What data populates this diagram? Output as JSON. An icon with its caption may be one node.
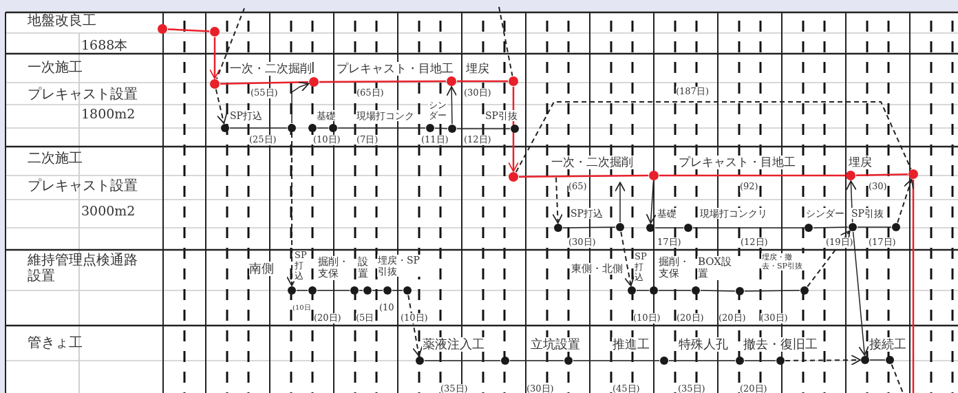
{
  "diagram": {
    "nodes": [
      {
        "text": [],
        "shape": "circle"
      },
      {
        "text": [],
        "shape": "circle"
      },
      {
        "text": [],
        "shape": "circle"
      },
      {
        "text": [],
        "shape": "circle"
      },
      {
        "text": [],
        "shape": "circle"
      },
      {
        "text": [],
        "shape": "circle"
      },
      {
        "text": [],
        "shape": "circle"
      },
      {
        "text": [],
        "shape": "circle"
      },
      {
        "text": [],
        "shape": "circle"
      },
      {
        "text": [],
        "shape": "circle"
      },
      {
        "text": [],
        "shape": "circle"
      },
      {
        "text": [],
        "shape": "circle"
      },
      {
        "text": [],
        "shape": "circle"
      },
      {
        "text": [],
        "shape": "circle"
      },
      {
        "text": [],
        "shape": "circle"
      },
      {
        "text": [],
        "shape": "circle"
      },
      {
        "text": [],
        "shape": "circle"
      },
      {
        "text": [],
        "shape": "circle"
      },
      {
        "text": [],
        "shape": "circle"
      },
      {
        "text": [],
        "shape": "circle"
      },
      {
        "text": [],
        "shape": "circle"
      },
      {
        "text": [],
        "shape": "circle"
      },
      {
        "text": [],
        "shape": "circle"
      },
      {
        "text": [],
        "shape": "circle"
      },
      {
        "text": [],
        "shape": "circle"
      },
      {
        "text": [],
        "shape": "circle"
      },
      {
        "text": [],
        "shape": "circle"
      },
      {
        "text": [],
        "shape": "circle"
      },
      {
        "text": [],
        "shape": "circle"
      },
      {
        "text": [],
        "shape": "circle"
      },
      {
        "text": [],
        "shape": "circle"
      },
      {
        "text": [],
        "shape": "circle"
      },
      {
        "text": [],
        "shape": "circle"
      },
      {
        "text": [],
        "shape": "circle"
      },
      {
        "text": [],
        "shape": "circle"
      },
      {
        "text": [],
        "shape": "circle"
      },
      {
        "text": [],
        "shape": "circle"
      },
      {
        "text": [],
        "shape": "circle"
      },
      {
        "text": [],
        "shape": "circle"
      },
      {
        "text": [],
        "shape": "circle"
      },
      {
        "text": [],
        "shape": "circle"
      },
      {
        "text": [],
        "shape": "circle"
      },
      {
        "text": [],
        "shape": "circle"
      }
    ],
    "edges": [
      {
        "from": 0,
        "to": 1,
        "arrow": "none",
        "color": "#e8202a"
      },
      {
        "from": 1,
        "to": 2,
        "arrow": "to",
        "color": "#e8202a"
      },
      {
        "from": 2,
        "to": 3,
        "arrow": "none",
        "label": "一次・二次掘削",
        "color": "#e8202a"
      },
      {
        "from": 3,
        "to": 4,
        "arrow": "none",
        "label": "プレキャスト・目地工",
        "color": "#e8202a"
      },
      {
        "from": 4,
        "to": 5,
        "arrow": "none",
        "label": "埋戻",
        "color": "#e8202a"
      },
      {
        "from": 5,
        "to": 6,
        "arrow": "to",
        "color": "#e8202a"
      },
      {
        "from": 6,
        "to": 7,
        "arrow": "none",
        "label": "一次・二次掘削",
        "color": "#e8202a"
      },
      {
        "from": 7,
        "to": 8,
        "arrow": "none",
        "label": "プレキャスト・目地工",
        "color": "#e8202a"
      },
      {
        "from": 8,
        "to": 9,
        "arrow": "none",
        "label": "埋戻",
        "color": "#e8202a"
      },
      {
        "from": 9,
        "to": null,
        "arrow": "none",
        "color": "#e8202a"
      },
      {
        "from": null,
        "to": 2,
        "arrow": "none",
        "style": "dashed"
      },
      {
        "from": null,
        "to": 5,
        "arrow": "none",
        "style": "dashed"
      },
      {
        "from": 6,
        "to": 9,
        "arrow": "none",
        "style": "dashed"
      },
      {
        "from": 2,
        "to": 10,
        "arrow": "to",
        "style": "dashed"
      },
      {
        "from": 10,
        "to": 11,
        "arrow": "none",
        "label": "SP打込"
      },
      {
        "from": 11,
        "to": 3,
        "arrow": "to"
      },
      {
        "from": 12,
        "to": 13,
        "arrow": "none",
        "label": "基礎"
      },
      {
        "from": 13,
        "to": 14,
        "arrow": "none",
        "label": "現場打コンク"
      },
      {
        "from": 14,
        "to": 15,
        "arrow": "none",
        "label": "シンダー"
      },
      {
        "from": 15,
        "to": 4,
        "arrow": "to"
      },
      {
        "from": 15,
        "to": 16,
        "arrow": "none",
        "label": "SP引抜"
      },
      {
        "from": null,
        "to": 17,
        "arrow": "to",
        "style": "dashed"
      },
      {
        "from": 17,
        "to": 18,
        "arrow": "none",
        "label": "SP打込"
      },
      {
        "from": 18,
        "to": null,
        "arrow": "to"
      },
      {
        "from": 7,
        "to": 19,
        "arrow": "to"
      },
      {
        "from": 19,
        "to": 20,
        "arrow": "none",
        "label": "基礎"
      },
      {
        "from": 20,
        "to": 21,
        "arrow": "none",
        "label": "現場打コンクリ"
      },
      {
        "from": 21,
        "to": 22,
        "arrow": "none",
        "label": "シンダー"
      },
      {
        "from": 22,
        "to": 23,
        "arrow": "none",
        "label": "SP引抜"
      },
      {
        "from": 23,
        "to": 9,
        "arrow": "to",
        "style": "dashed"
      },
      {
        "from": 22,
        "to": 8,
        "arrow": "to"
      },
      {
        "from": 11,
        "to": 24,
        "arrow": "to",
        "style": "dashed"
      },
      {
        "from": 24,
        "to": 25,
        "arrow": "none",
        "label": "SP打込"
      },
      {
        "from": 25,
        "to": 26,
        "arrow": "none",
        "label": "掘削・支保"
      },
      {
        "from": 26,
        "to": 27,
        "arrow": "none",
        "label": "設置"
      },
      {
        "from": 27,
        "to": 28,
        "arrow": "none"
      },
      {
        "from": 28,
        "to": 29,
        "arrow": "none",
        "label": "埋戻・SP引抜"
      },
      {
        "from": 29,
        "to": 35,
        "arrow": "to",
        "style": "dashed"
      },
      {
        "from": 18,
        "to": 30,
        "arrow": "to",
        "style": "dashed"
      },
      {
        "from": 30,
        "to": 31,
        "arrow": "none",
        "label": "SP打込"
      },
      {
        "from": 31,
        "to": 32,
        "arrow": "none",
        "label": "掘削・支保"
      },
      {
        "from": 32,
        "to": 33,
        "arrow": "none",
        "label": "BOX設置"
      },
      {
        "from": 33,
        "to": 34,
        "arrow": "none",
        "label": "埋戻・撤去・SP引抜"
      },
      {
        "from": 34,
        "to": 22,
        "arrow": "to",
        "style": "dashed"
      },
      {
        "from": 22,
        "to": 41,
        "arrow": "to"
      },
      {
        "from": 35,
        "to": 36,
        "arrow": "none",
        "label": "薬液注入工"
      },
      {
        "from": 36,
        "to": 37,
        "arrow": "none",
        "label": "立坑設置"
      },
      {
        "from": 37,
        "to": 38,
        "arrow": "none",
        "label": "推進工"
      },
      {
        "from": 38,
        "to": 39,
        "arrow": "none",
        "label": "特殊人孔"
      },
      {
        "from": 39,
        "to": 40,
        "arrow": "none",
        "label": "撤去・復旧工"
      },
      {
        "from": 40,
        "to": 41,
        "arrow": "to",
        "style": "dashed"
      },
      {
        "from": 41,
        "to": 42,
        "arrow": "none",
        "label": "接続工"
      },
      {
        "from": 42,
        "to": null,
        "arrow": "none",
        "style": "dashed"
      }
    ],
    "labels": [
      "地盤改良工",
      "1688本",
      "一次施工",
      "プレキャスト設置",
      "1800m2",
      "二次施工",
      "プレキャスト設置",
      "3000m2",
      "維持管理点検通路設置",
      "管きょ工",
      "南側",
      "東側・北側",
      "(55日)",
      "(65日)",
      "(30日)",
      "(187日)",
      "(25日)",
      "(10日)",
      "(7日)",
      "(11日)",
      "(12日)",
      "(65)",
      "(92)",
      "(30)",
      "(30日)",
      "17日)",
      "(12日)",
      "(19日)",
      "(17日)",
      "(10日",
      "(20日)",
      "(5日",
      "(10",
      "(10日)",
      "(10日)",
      "(20日)",
      "(20日)",
      "(30日)",
      "(35日)",
      "(30日)",
      "(45日)",
      "(35日)",
      "(20日)"
    ]
  }
}
